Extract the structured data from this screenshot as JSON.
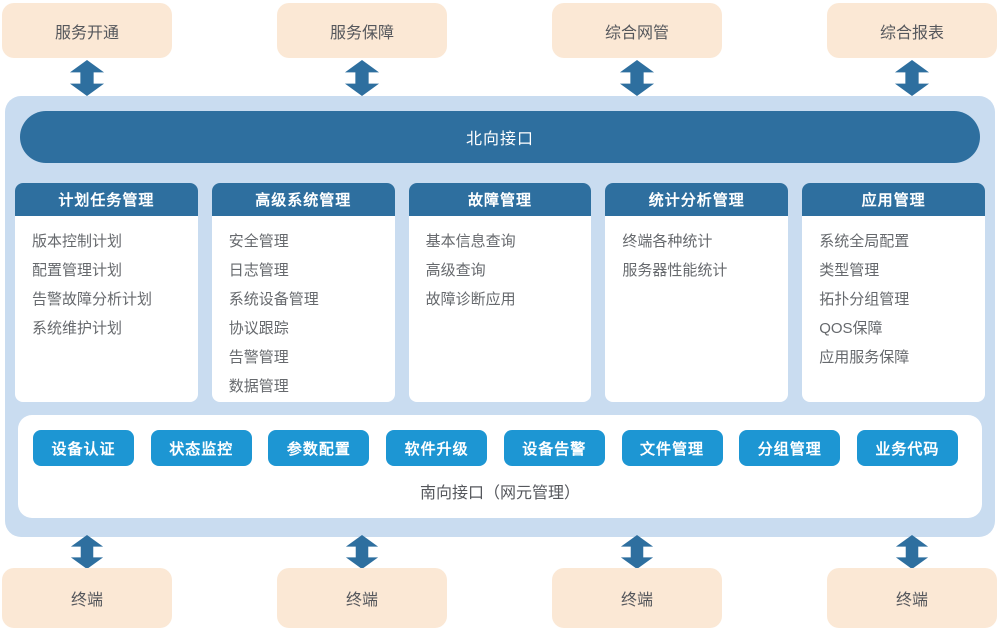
{
  "colors": {
    "peach": "#fbe8d5",
    "steel_blue": "#2e6f9f",
    "light_blue": "#c9dcf0",
    "button_blue": "#1d96d3",
    "card_bg": "#ffffff",
    "text_dark": "#55575c",
    "text_gray": "#66696d"
  },
  "top_row": [
    {
      "label": "服务开通"
    },
    {
      "label": "服务保障"
    },
    {
      "label": "综合网管"
    },
    {
      "label": "综合报表"
    }
  ],
  "northbound_bar": {
    "label": "北向接口"
  },
  "modules": [
    {
      "title": "计划任务管理",
      "items": [
        "版本控制计划",
        "配置管理计划",
        "告警故障分析计划",
        "系统维护计划"
      ]
    },
    {
      "title": "高级系统管理",
      "items": [
        "安全管理",
        "日志管理",
        "系统设备管理",
        "协议跟踪",
        "告警管理",
        "数据管理"
      ]
    },
    {
      "title": "故障管理",
      "items": [
        "基本信息查询",
        "高级查询",
        "故障诊断应用"
      ]
    },
    {
      "title": "统计分析管理",
      "items": [
        "终端各种统计",
        "服务器性能统计"
      ]
    },
    {
      "title": "应用管理",
      "items": [
        "系统全局配置",
        "类型管理",
        "拓扑分组管理",
        "QOS保障",
        "应用服务保障"
      ]
    }
  ],
  "southbound": {
    "buttons": [
      "设备认证",
      "状态监控",
      "参数配置",
      "软件升级",
      "设备告警",
      "文件管理",
      "分组管理",
      "业务代码"
    ],
    "caption": "南向接口（网元管理）"
  },
  "bottom_row": [
    {
      "label": "终端"
    },
    {
      "label": "终端"
    },
    {
      "label": "终端"
    },
    {
      "label": "终端"
    }
  ]
}
